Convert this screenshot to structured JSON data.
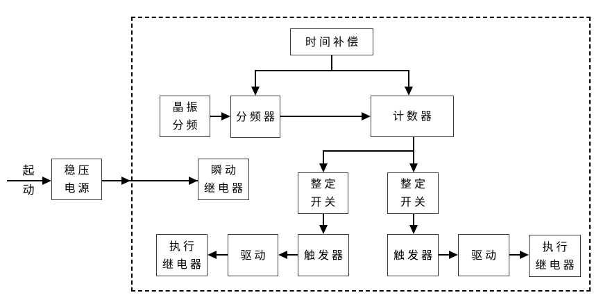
{
  "colors": {
    "background": "#ffffff",
    "line": "#000000",
    "box_border": "#3a3a3a",
    "text": "#000000"
  },
  "start_label": {
    "top": "起",
    "bottom": "动"
  },
  "boxes": {
    "time_compensation": {
      "label": "时间补偿"
    },
    "crystal_divider": {
      "line1": "晶振",
      "line2": "分频"
    },
    "frequency_divider": {
      "label": "分频器"
    },
    "counter": {
      "label": "计数器"
    },
    "regulated_power": {
      "line1": "稳压",
      "line2": "电源"
    },
    "instant_relay": {
      "line1": "瞬动",
      "line2": "继电器"
    },
    "setting_switch_left": {
      "line1": "整定",
      "line2": "开关"
    },
    "setting_switch_right": {
      "line1": "整定",
      "line2": "开关"
    },
    "trigger_left": {
      "label": "触发器"
    },
    "trigger_right": {
      "label": "触发器"
    },
    "drive_left": {
      "label": "驱动"
    },
    "drive_right": {
      "label": "驱动"
    },
    "exec_relay_left": {
      "line1": "执行",
      "line2": "继电器"
    },
    "exec_relay_right": {
      "line1": "执行",
      "line2": "继电器"
    }
  }
}
